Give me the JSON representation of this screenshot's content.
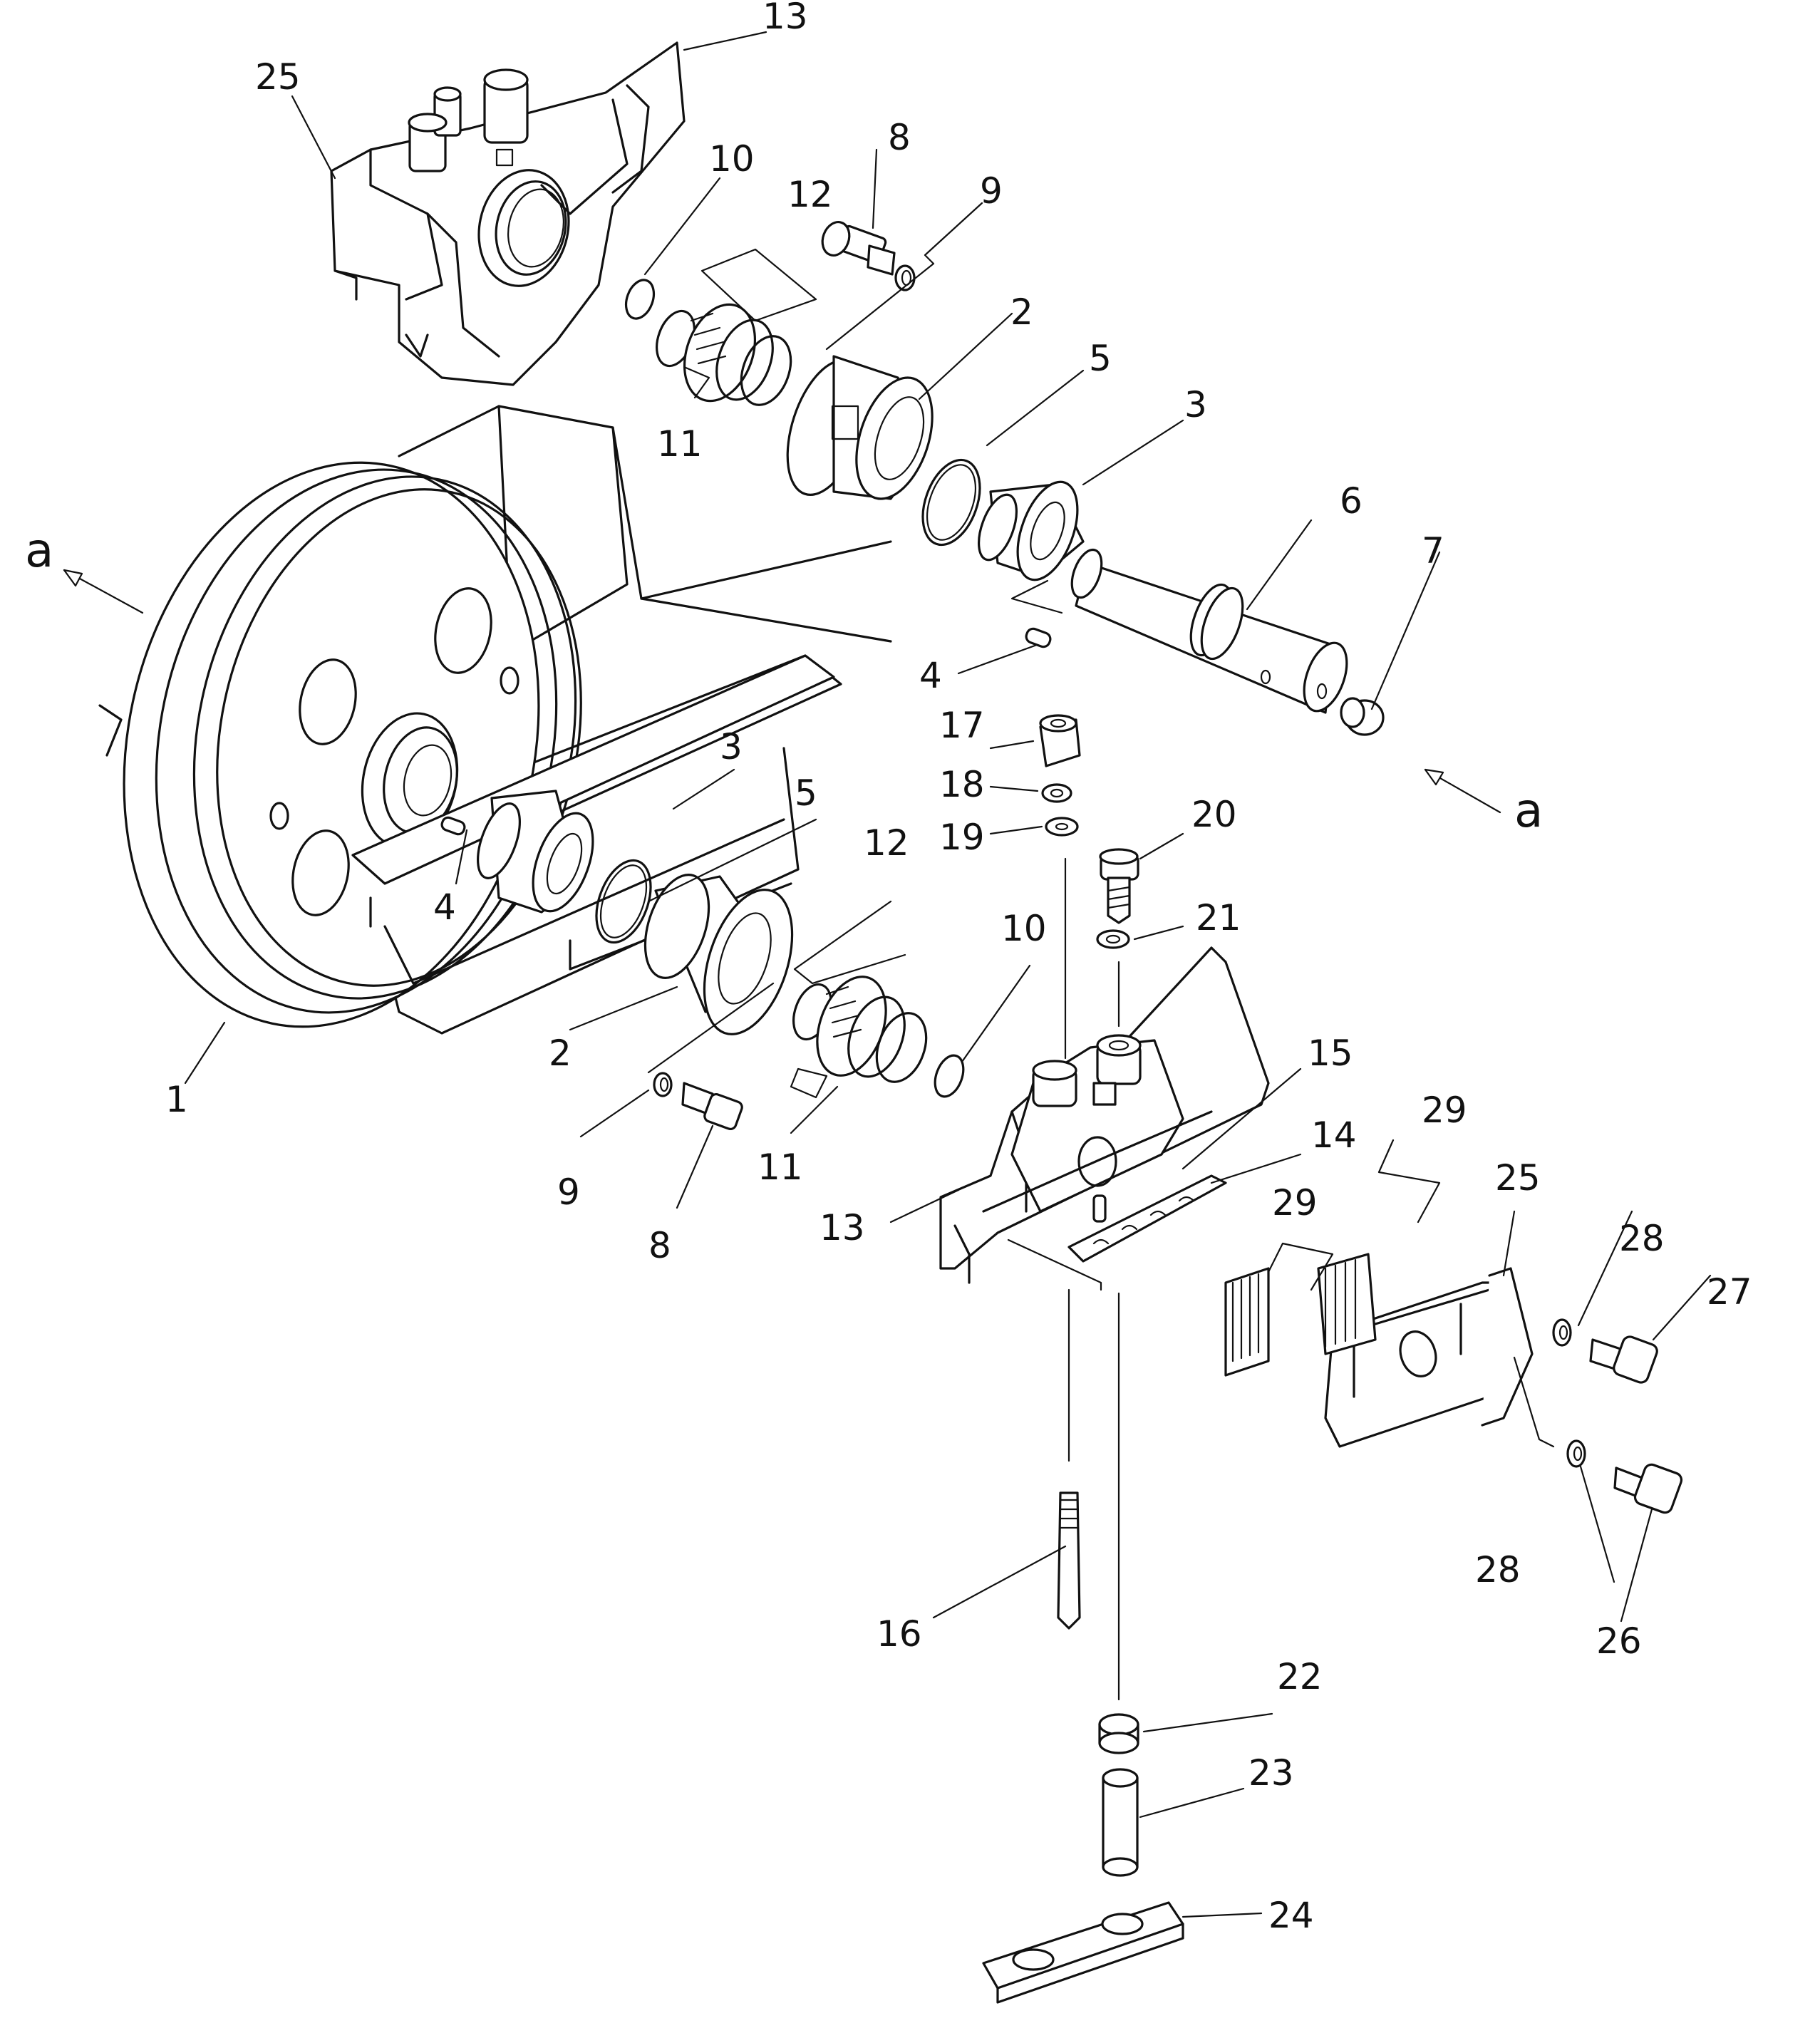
{
  "callouts": {
    "l1": "1",
    "l2a": "2",
    "l2b": "2",
    "l3a": "3",
    "l3b": "3",
    "l4a": "4",
    "l4b": "4",
    "l5a": "5",
    "l5b": "5",
    "l6": "6",
    "l7": "7",
    "l8a": "8",
    "l8b": "8",
    "l9a": "9",
    "l9b": "9",
    "l10a": "10",
    "l10b": "10",
    "l11a": "11",
    "l11b": "11",
    "l12a": "12",
    "l12b": "12",
    "l13a": "13",
    "l13b": "13",
    "l14": "14",
    "l15": "15",
    "l16": "16",
    "l17": "17",
    "l18": "18",
    "l19": "19",
    "l20": "20",
    "l21": "21",
    "l22": "22",
    "l23": "23",
    "l24": "24",
    "l25a": "25",
    "l25b": "25",
    "l26": "26",
    "l27": "27",
    "l28a": "28",
    "l28b": "28",
    "l29a": "29",
    "l29b": "29"
  },
  "view_arrows": {
    "left": "a",
    "right": "a"
  }
}
